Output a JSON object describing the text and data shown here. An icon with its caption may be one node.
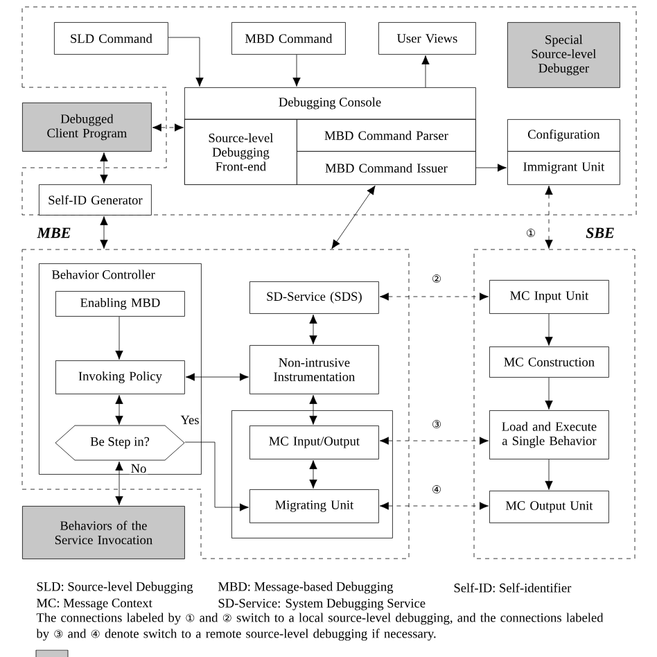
{
  "diagram": {
    "nodes": [
      {
        "text": [
          "SLD Command"
        ]
      },
      {
        "text": [
          "MBD Command"
        ]
      },
      {
        "text": [
          "User Views"
        ]
      },
      {
        "text": [
          "Special Source-level Debugger"
        ]
      },
      {
        "text": [
          "Debugged Client Program"
        ]
      },
      {
        "text": [
          "Debugging Console"
        ]
      },
      {
        "text": [
          "Source-level Debugging Front-end"
        ],
        "in": 5
      },
      {
        "text": [
          "MBD Command Parser"
        ],
        "in": 5
      },
      {
        "text": [
          "MBD Command Issuer"
        ],
        "in": 5
      },
      {
        "text": [
          "Configuration"
        ]
      },
      {
        "text": [
          "Immigrant Unit"
        ]
      },
      {
        "text": [
          "Self-ID Generator"
        ]
      },
      {
        "text": [
          "MBE"
        ]
      },
      {
        "text": [
          "Behavior Controller"
        ],
        "in": 12
      },
      {
        "text": [
          "Enabling MBD"
        ],
        "in": 13
      },
      {
        "text": [
          "Invoking Policy"
        ],
        "in": 13
      },
      {
        "text": [
          "Be Step in?"
        ],
        "in": 13
      },
      {
        "text": [
          "Behaviors of the Service Invocation"
        ]
      },
      {
        "text": [
          "SD-Service (SDS)"
        ],
        "in": 12
      },
      {
        "text": [
          "Non-intrusive Instrumentation"
        ],
        "in": 12
      },
      {
        "text": [],
        "shape": "box",
        "in": 12
      },
      {
        "text": [
          "MC Input/Output"
        ],
        "in": 20
      },
      {
        "text": [
          "Migrating Unit"
        ],
        "in": 20
      },
      {
        "text": [
          "SBE"
        ]
      },
      {
        "text": [
          "MC Input Unit"
        ],
        "in": 23
      },
      {
        "text": [
          "MC Construction"
        ],
        "in": 23
      },
      {
        "text": [
          "Load and Execute a Single Behavior"
        ],
        "in": 23
      },
      {
        "text": [
          "MC Output Unit"
        ],
        "in": 23
      }
    ],
    "edges": [
      {
        "from": 0,
        "to": 5,
        "arrow": "to"
      },
      {
        "from": 1,
        "to": 5,
        "arrow": "to"
      },
      {
        "from": 5,
        "to": 2,
        "arrow": "to"
      },
      {
        "from": 4,
        "to": 6,
        "arrow": "both",
        "style": "dashed"
      },
      {
        "from": 4,
        "to": 11,
        "arrow": "both"
      },
      {
        "from": 11,
        "to": 12,
        "arrow": "both"
      },
      {
        "from": 8,
        "to": 10,
        "arrow": "to"
      },
      {
        "from": 8,
        "to": 12,
        "arrow": "both"
      },
      {
        "from": 10,
        "to": 23,
        "arrow": "both",
        "style": "dashed",
        "label": "①"
      },
      {
        "from": 14,
        "to": 15,
        "arrow": "to"
      },
      {
        "from": 15,
        "to": 16,
        "arrow": "both"
      },
      {
        "from": 15,
        "to": 19,
        "arrow": "both"
      },
      {
        "from": 16,
        "to": 22,
        "arrow": "to",
        "label": "Yes"
      },
      {
        "from": 16,
        "to": 17,
        "arrow": "both",
        "label": "No"
      },
      {
        "from": 18,
        "to": 19,
        "arrow": "both"
      },
      {
        "from": 19,
        "to": 21,
        "arrow": "both"
      },
      {
        "from": 21,
        "to": 22,
        "arrow": "both"
      },
      {
        "from": 18,
        "to": 24,
        "arrow": "both",
        "style": "dashed",
        "label": "②"
      },
      {
        "from": 21,
        "to": 26,
        "arrow": "both",
        "style": "dashed",
        "label": "③"
      },
      {
        "from": 22,
        "to": 27,
        "arrow": "both",
        "style": "dashed",
        "label": "④"
      },
      {
        "from": 24,
        "to": 25,
        "arrow": "to"
      },
      {
        "from": 25,
        "to": 26,
        "arrow": "to"
      },
      {
        "from": 26,
        "to": 27,
        "arrow": "to"
      }
    ],
    "labels": [
      "SLD: Source-level Debugging",
      "MBD: Message-based Debugging",
      "Self-ID: Self-identifier",
      "MC: Message Context",
      "SD-Service: System Debugging Service",
      "The connections labeled by ① and ② switch to a local source-level debugging, and the connections labeled by ③ and ④ denote switch to a remote source-level debugging if necessary."
    ]
  }
}
